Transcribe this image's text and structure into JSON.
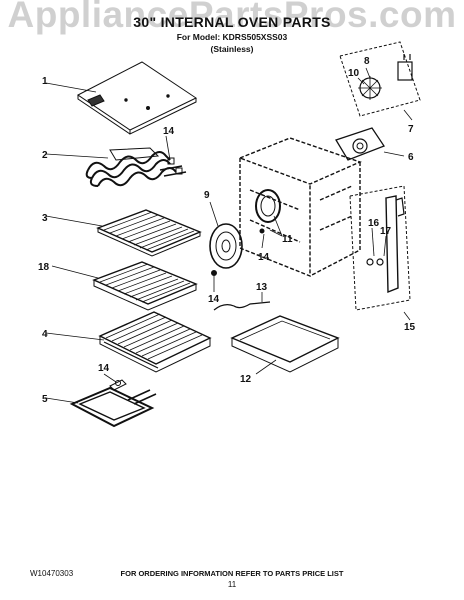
{
  "watermark": "AppliancePartsPros.com",
  "title": "30\" INTERNAL OVEN PARTS",
  "model_line": "For Model: KDRS505XSS03",
  "finish_line": "(Stainless)",
  "callouts": [
    "1",
    "2",
    "3",
    "4",
    "5",
    "6",
    "7",
    "8",
    "9",
    "10",
    "11",
    "12",
    "13",
    "14",
    "15",
    "16",
    "17",
    "18"
  ],
  "footer": {
    "doc_number": "W10470303",
    "ordering_note": "FOR ORDERING INFORMATION REFER TO PARTS PRICE LIST",
    "page_number": "11"
  },
  "colors": {
    "line": "#111111",
    "paper": "#ffffff",
    "watermark": "#8a8a8a"
  }
}
